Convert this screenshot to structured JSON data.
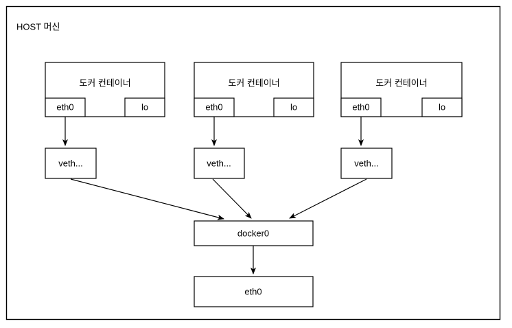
{
  "diagram": {
    "title": "HOST 머신",
    "host_label": "HOST 머신",
    "colors": {
      "background": "#ffffff",
      "stroke": "#000000",
      "box_fill": "#ffffff",
      "text": "#000000"
    },
    "containers": [
      {
        "name": "도커 컨테이너",
        "interfaces": {
          "eth0": "eth0",
          "lo": "lo"
        },
        "veth": "veth..."
      },
      {
        "name": "도커 컨테이너",
        "interfaces": {
          "eth0": "eth0",
          "lo": "lo"
        },
        "veth": "veth..."
      },
      {
        "name": "도커 컨테이너",
        "interfaces": {
          "eth0": "eth0",
          "lo": "lo"
        },
        "veth": "veth..."
      }
    ],
    "bridge": {
      "label": "docker0"
    },
    "host_nic": {
      "label": "eth0"
    },
    "edges": [
      {
        "from": "container1.eth0",
        "to": "veth1",
        "kind": "arrow-down"
      },
      {
        "from": "container2.eth0",
        "to": "veth2",
        "kind": "arrow-down"
      },
      {
        "from": "container3.eth0",
        "to": "veth3",
        "kind": "arrow-down"
      },
      {
        "from": "veth1",
        "to": "docker0",
        "kind": "arrow-diagonal"
      },
      {
        "from": "veth2",
        "to": "docker0",
        "kind": "arrow-diagonal"
      },
      {
        "from": "veth3",
        "to": "docker0",
        "kind": "arrow-diagonal"
      },
      {
        "from": "docker0",
        "to": "eth0",
        "kind": "arrow-down"
      }
    ]
  }
}
